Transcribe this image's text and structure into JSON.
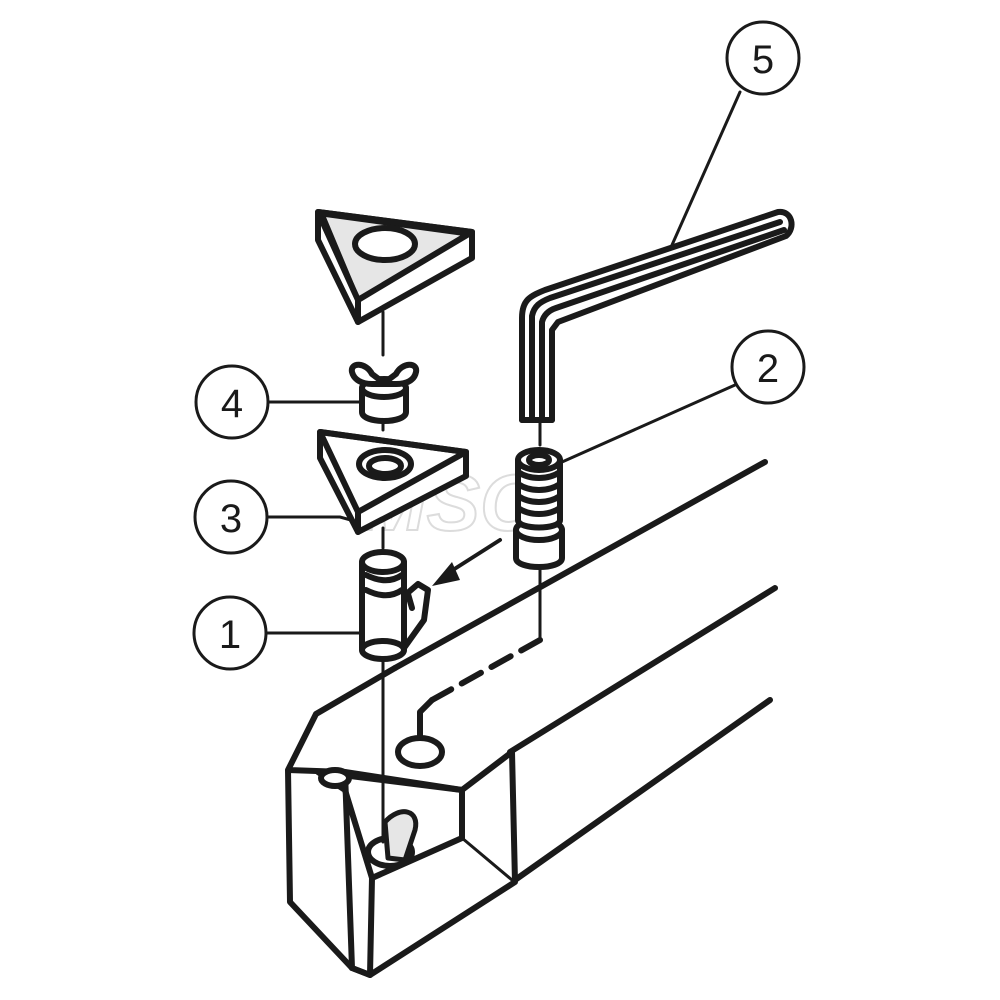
{
  "diagram": {
    "callouts": [
      {
        "id": "callout-1",
        "label": "1"
      },
      {
        "id": "callout-2",
        "label": "2"
      },
      {
        "id": "callout-3",
        "label": "3"
      },
      {
        "id": "callout-4",
        "label": "4"
      },
      {
        "id": "callout-5",
        "label": "5"
      }
    ]
  },
  "colors": {
    "ink": "#1a1a1a",
    "background": "#ffffff"
  }
}
